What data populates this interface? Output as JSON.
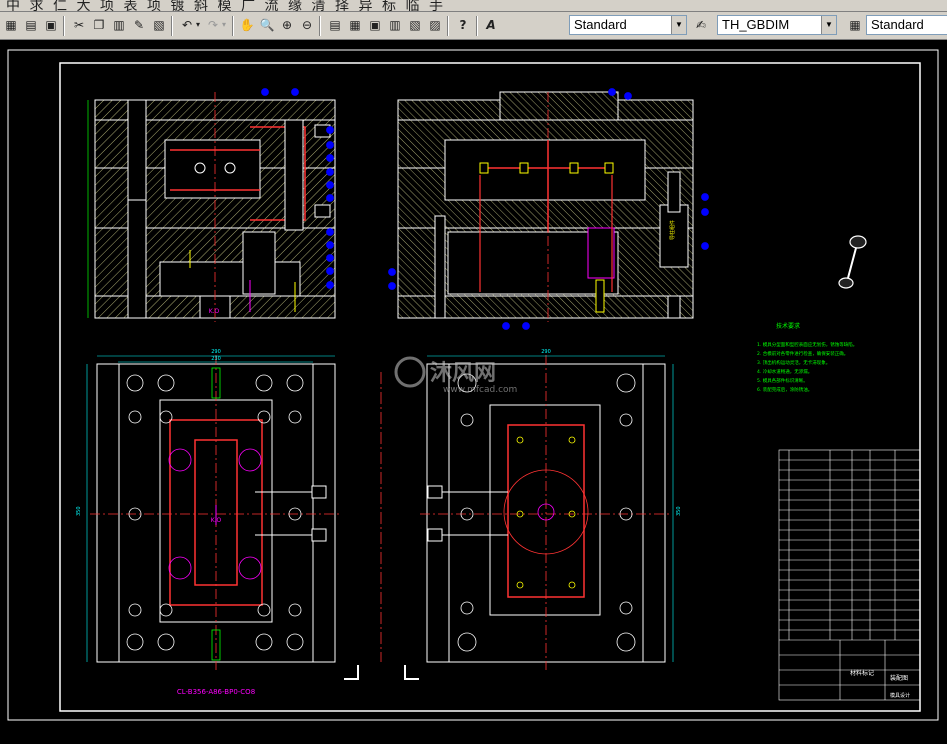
{
  "title_chars": [
    "中",
    "求",
    "仁",
    "大",
    "项",
    "表",
    "项",
    "镀",
    "斜",
    "模",
    "广",
    "流",
    "缘",
    "清",
    "择",
    "异",
    "标",
    "临",
    "手"
  ],
  "toolbar": {
    "text_style": "Standard",
    "dim_style": "TH_GBDIM",
    "table_style": "Standard"
  },
  "drawing": {
    "kd_label_1": "K.O",
    "kd_label_2": "K.O",
    "tech_title": "技术要求",
    "tech_lines": [
      "1. 模具分型面和型腔表面应无划伤，锈蚀等缺陷。",
      "2. 合模前对各零件进行检查，确保安装正确。",
      "3. 顶出机构运动灵活，无卡滞现象。",
      "4. 冷却水道畅通，无渗漏。",
      "5. 模具各部件标识清晰。",
      "6. 装配完成后，涂防锈油。"
    ],
    "part_code": "CL-B356-A86-BP0-CO8",
    "watermark_cn": "沐风网",
    "watermark_url": "www.mfcad.com",
    "dim_top_left": "290",
    "dim_top_left_2": "230",
    "dim_top_right": "290",
    "dim_side_left": "350",
    "dim_side_right": "350",
    "title_block_name": "材料标记",
    "title_block_drawing": "装配图",
    "title_block_company": "模具设计",
    "slider_label": "导柱组件"
  }
}
